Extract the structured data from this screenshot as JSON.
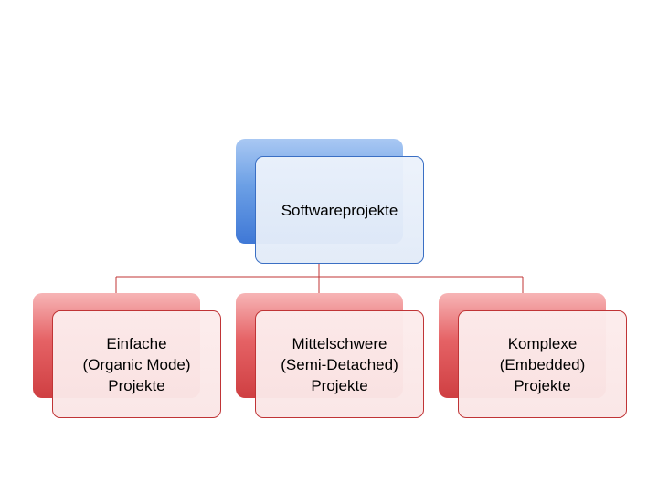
{
  "diagram": {
    "root": {
      "label": "Softwareprojekte"
    },
    "children": [
      {
        "label": "Einfache\n(Organic Mode)\nProjekte"
      },
      {
        "label": "Mittelschwere\n(Semi-Detached)\nProjekte"
      },
      {
        "label": "Komplexe\n(Embedded)\nProjekte"
      }
    ],
    "colors": {
      "root_accent": "#4a7fd8",
      "root_border": "#3a6fc4",
      "child_accent": "#d9474a",
      "child_border": "#c03436",
      "connector": "#c03436"
    }
  }
}
